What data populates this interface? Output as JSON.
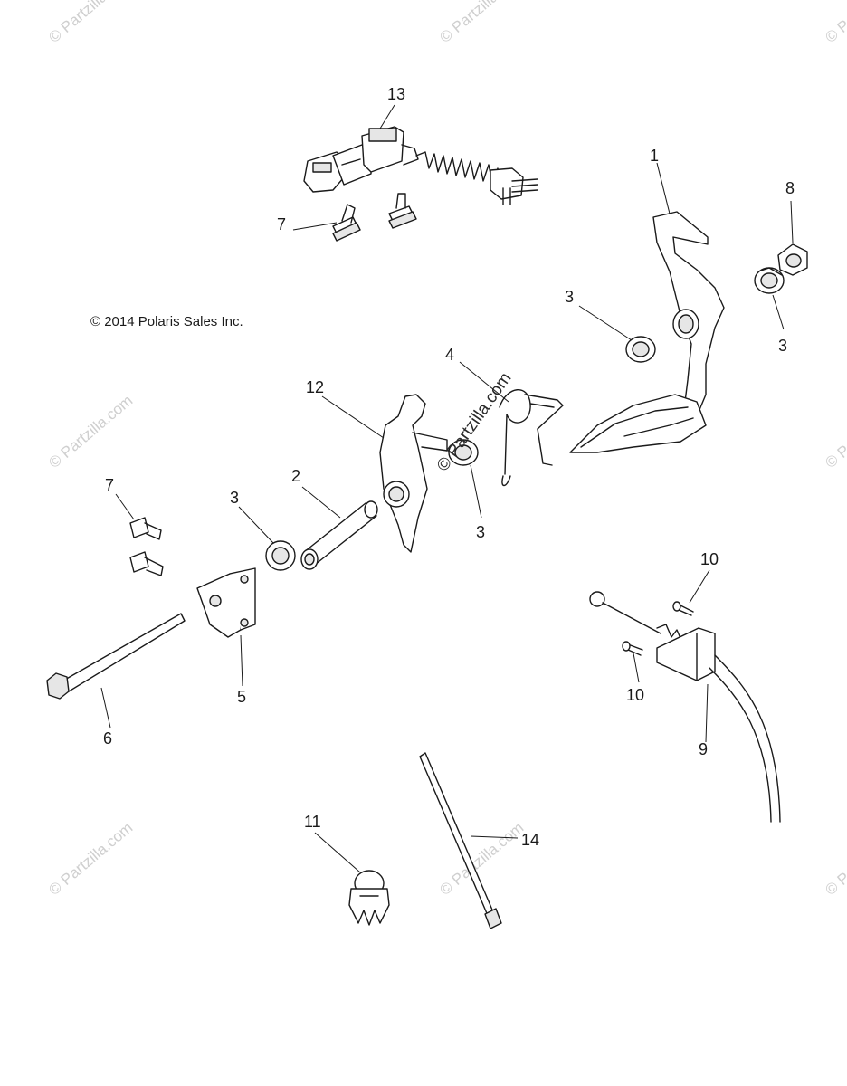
{
  "copyright": "© 2014 Polaris Sales Inc.",
  "watermark": "© Partzilla.com",
  "callouts": {
    "c1": "1",
    "c2": "2",
    "c3a": "3",
    "c3b": "3",
    "c3c": "3",
    "c3d": "3",
    "c4": "4",
    "c5": "5",
    "c6": "6",
    "c7a": "7",
    "c7b": "7",
    "c8": "8",
    "c9": "9",
    "c10a": "10",
    "c10b": "10",
    "c11": "11",
    "c12": "12",
    "c13": "13",
    "c14": "14"
  }
}
